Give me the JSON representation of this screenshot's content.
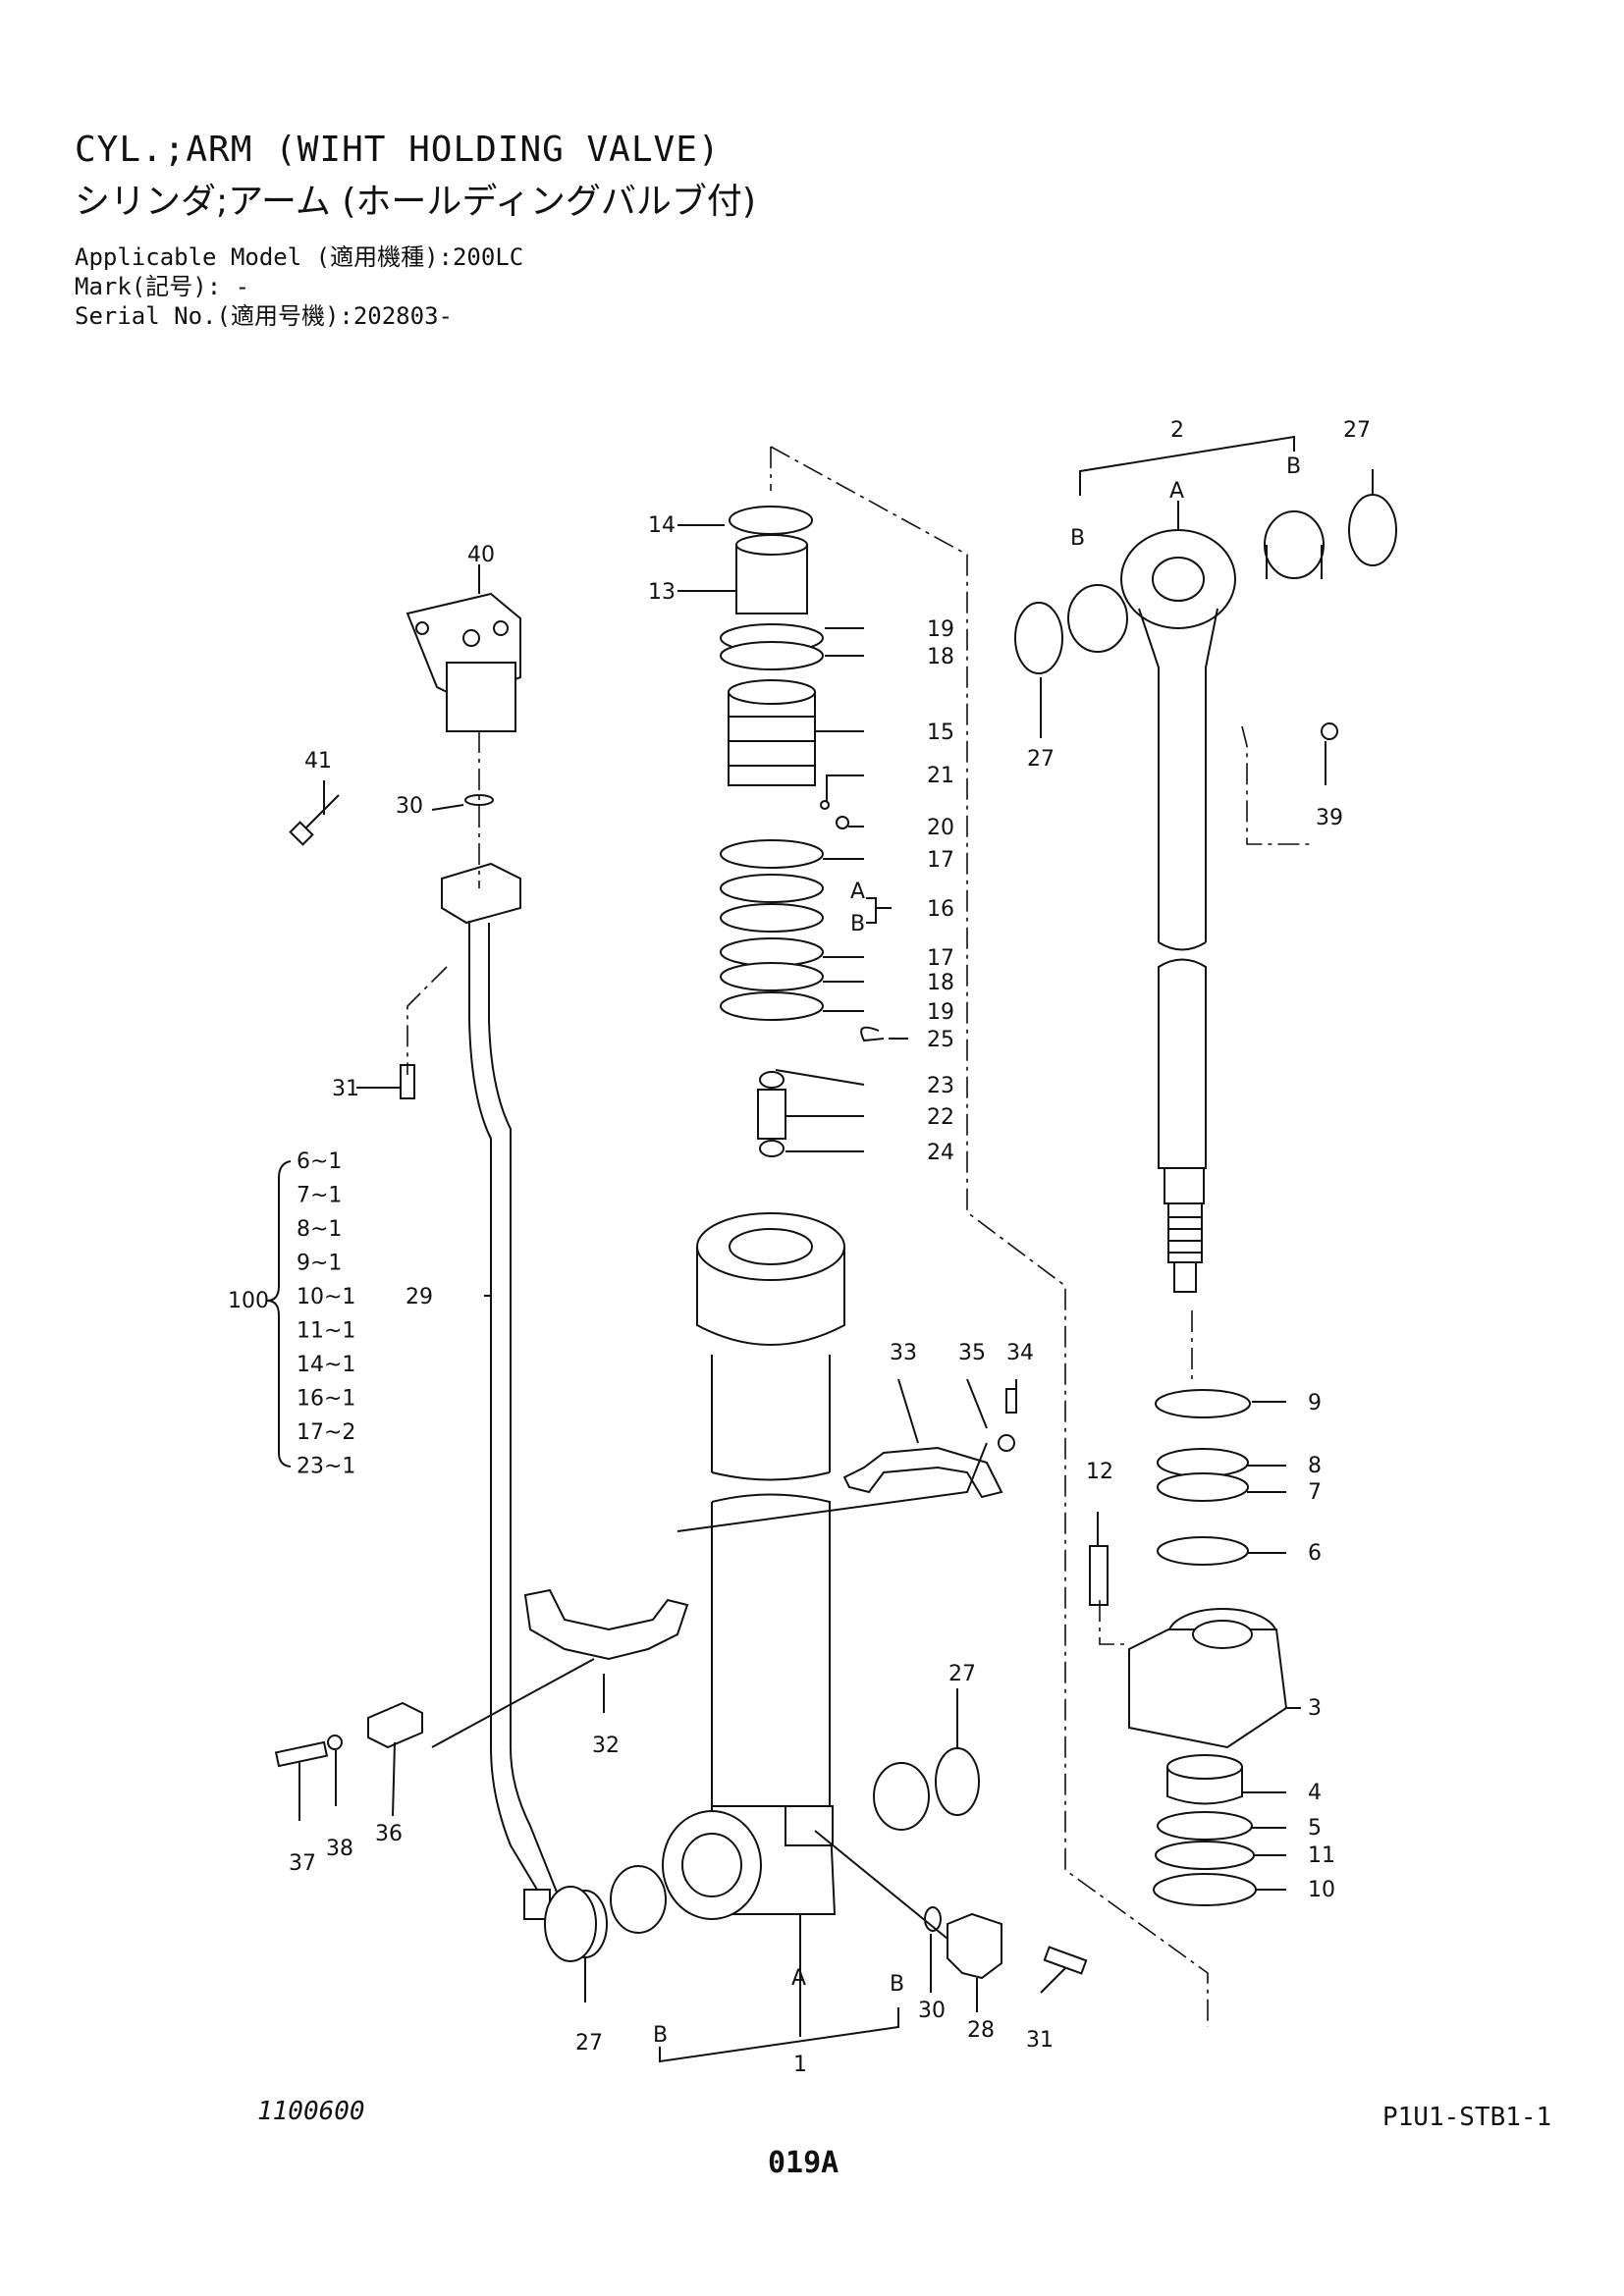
{
  "header": {
    "title_en": "CYL.;ARM (WIHT HOLDING VALVE)",
    "title_jp": "シリンダ;アーム (ホールディングバルブ付)",
    "applicable_model": "Applicable Model (適用機種):200LC",
    "mark": "Mark(記号): -",
    "serial_no": "Serial No.(適用号機):202803-"
  },
  "footer": {
    "drawing_no": "1100600",
    "sheet_code": "P1U1-STB1-1",
    "page_no": "019A"
  },
  "kit": {
    "number": "100",
    "items": [
      "6~1",
      "7~1",
      "8~1",
      "9~1",
      "10~1",
      "11~1",
      "14~1",
      "16~1",
      "17~2",
      "23~1"
    ]
  },
  "callouts": {
    "c2": "2",
    "c27a": "27",
    "cA1": "A",
    "cB1": "B",
    "cB2": "B",
    "c27b": "27",
    "c39": "39",
    "c40": "40",
    "c41": "41",
    "c30a": "30",
    "c31a": "31",
    "c29": "29",
    "c14": "14",
    "c13": "13",
    "c19a": "19",
    "c18a": "18",
    "c15": "15",
    "c21": "21",
    "c20": "20",
    "c17a": "17",
    "cA16": "A",
    "cB16": "B",
    "c16": "16",
    "c17b": "17",
    "c18b": "18",
    "c19b": "19",
    "c25": "25",
    "c23": "23",
    "c22": "22",
    "c24": "24",
    "c33": "33",
    "c35": "35",
    "c34": "34",
    "c32": "32",
    "c36": "36",
    "c37": "37",
    "c38": "38",
    "c27c": "27",
    "c27d": "27",
    "cB3": "B",
    "cA3": "A",
    "cB4": "B",
    "c1": "1",
    "c30b": "30",
    "c28": "28",
    "c31b": "31",
    "c9": "9",
    "c8": "8",
    "c7": "7",
    "c6": "6",
    "c12": "12",
    "c3": "3",
    "c4": "4",
    "c5": "5",
    "c11": "11",
    "c10": "10"
  }
}
